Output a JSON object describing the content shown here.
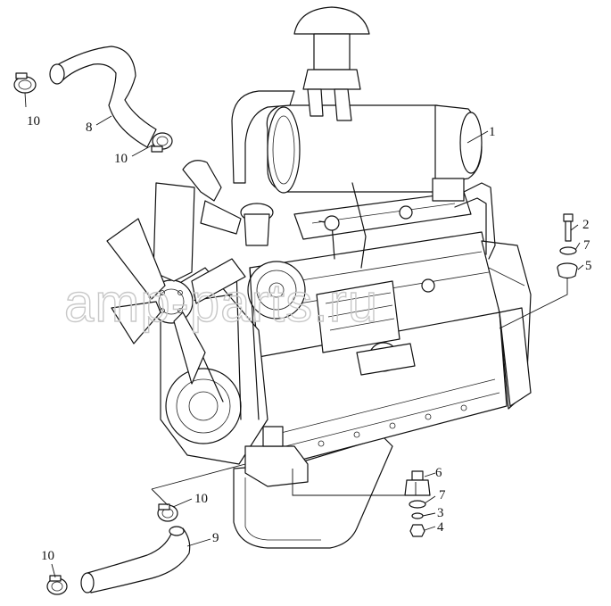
{
  "watermark": "amp-parts.ru",
  "callouts": {
    "c1": "1",
    "c2": "2",
    "c3": "3",
    "c4": "4",
    "c5": "5",
    "c6": "6",
    "c7a": "7",
    "c7b": "7",
    "c8": "8",
    "c9": "9",
    "c10a": "10",
    "c10b": "10",
    "c10c": "10",
    "c10d": "10"
  }
}
